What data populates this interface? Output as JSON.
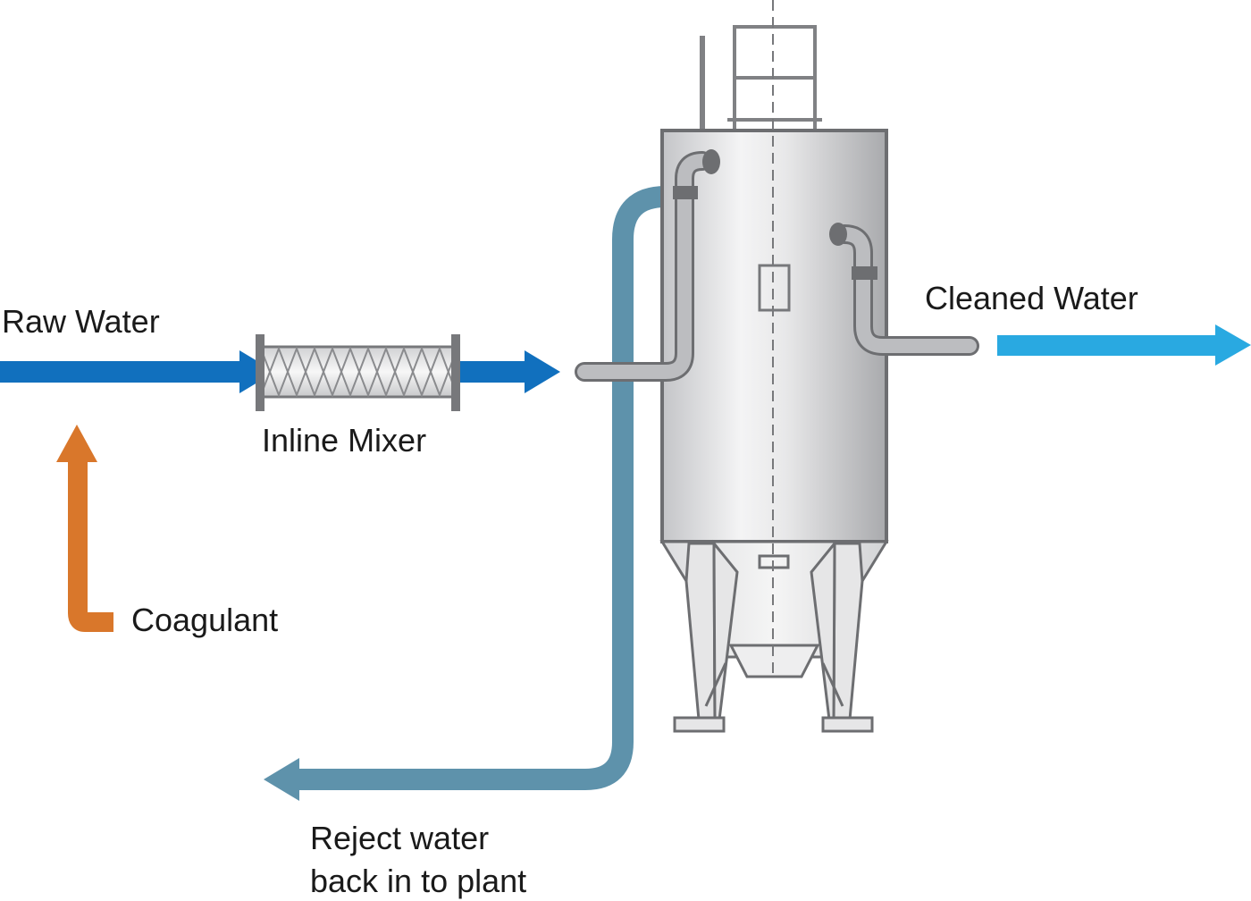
{
  "diagram": {
    "title": "Inline coagulation and clarifier water treatment flow",
    "labels": {
      "raw_water": "Raw Water",
      "inline_mixer": "Inline Mixer",
      "coagulant": "Coagulant",
      "cleaned_water": "Cleaned Water",
      "reject_line1": "Reject water",
      "reject_line2": "back in to plant"
    },
    "colors": {
      "raw_water_arrow": "#1170be",
      "coagulant_arrow": "#d9772b",
      "cleaned_water_arrow": "#29a9e1",
      "reject_water_arrow": "#5e92ab",
      "equipment_stroke": "#6d6e71",
      "pipe_fill": "#bcbdc0"
    },
    "flows": [
      {
        "from": "Raw Water",
        "to": "Inline Mixer"
      },
      {
        "from": "Coagulant",
        "to": "Raw Water"
      },
      {
        "from": "Inline Mixer",
        "to": "Clarifier Tank"
      },
      {
        "from": "Clarifier Tank",
        "to": "Cleaned Water"
      },
      {
        "from": "Clarifier Tank",
        "to": "Reject water back in to plant"
      }
    ]
  }
}
